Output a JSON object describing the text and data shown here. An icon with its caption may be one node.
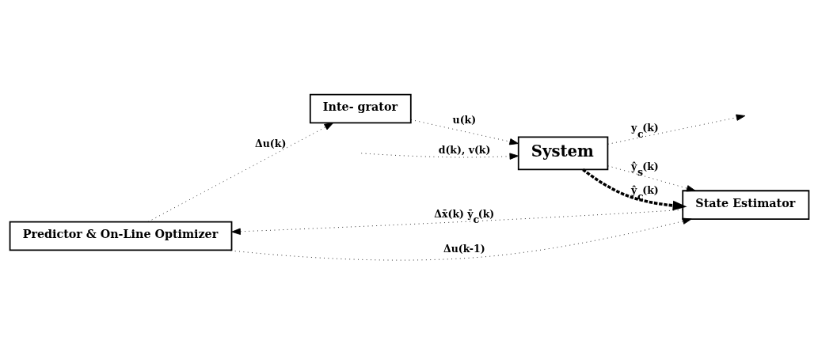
{
  "diagram": {
    "nodes": [
      {
        "text": [
          "Predictor & On-Line Optimizer"
        ]
      },
      {
        "text": [
          "Inte- grator"
        ]
      },
      {
        "text": [
          "System"
        ]
      },
      {
        "text": [
          "State Estimator"
        ]
      }
    ],
    "edges": [
      {
        "from": null,
        "to": 2,
        "arrow": "to",
        "label": "d(k), v(k)"
      },
      {
        "from": 2,
        "to": null,
        "arrow": "to",
        "label": "y$_{c}$(k)"
      },
      {
        "from": 0,
        "to": 1,
        "arrow": "to",
        "label": "Δu(k)"
      },
      {
        "from": 1,
        "to": 2,
        "arrow": "to",
        "label": "u(k)"
      },
      {
        "from": 0,
        "to": 3,
        "arrow": "to",
        "label": "Δu(k-1)"
      },
      {
        "from": 2,
        "to": 3,
        "arrow": "to",
        "label": "ŷ$_{s}$(k)"
      },
      {
        "from": 2,
        "to": 3,
        "arrow": "to",
        "label": "ŷ$_{c}$(k)",
        "style": "dashed"
      },
      {
        "from": 3,
        "to": 0,
        "arrow": "to",
        "label": "Δx̄(k) ȳ$_{c}$(k)"
      }
    ]
  }
}
